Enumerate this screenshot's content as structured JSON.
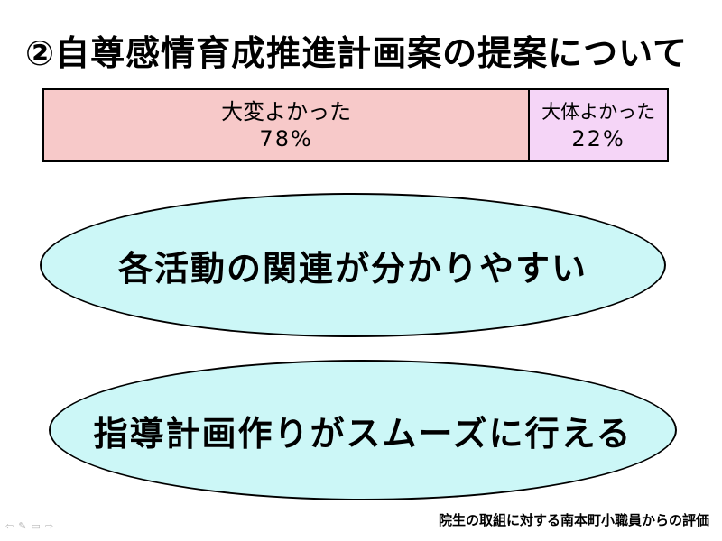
{
  "slide": {
    "title": "②自尊感情育成推進計画案の提案について",
    "result_bar": {
      "segments": [
        {
          "label": "大変よかった",
          "value": "78%",
          "fraction": 0.78,
          "color": "#f7c9c9"
        },
        {
          "label": "大体よかった",
          "value": "22%",
          "fraction": 0.22,
          "color": "#f5d5f7"
        }
      ]
    },
    "comments": [
      {
        "text": "各活動の関連が分かりやすい",
        "color": "#ccf7f7"
      },
      {
        "text": "指導計画作りがスムーズに行える",
        "color": "#ccf7f7"
      }
    ],
    "footer": "院生の取組に対する南本町小職員からの評価"
  },
  "nav_controls": [
    {
      "icon": "arrow-left-icon",
      "glyph": "⇦"
    },
    {
      "icon": "pen-icon",
      "glyph": "✎"
    },
    {
      "icon": "menu-icon",
      "glyph": "▭"
    },
    {
      "icon": "arrow-right-icon",
      "glyph": "⇨"
    }
  ]
}
